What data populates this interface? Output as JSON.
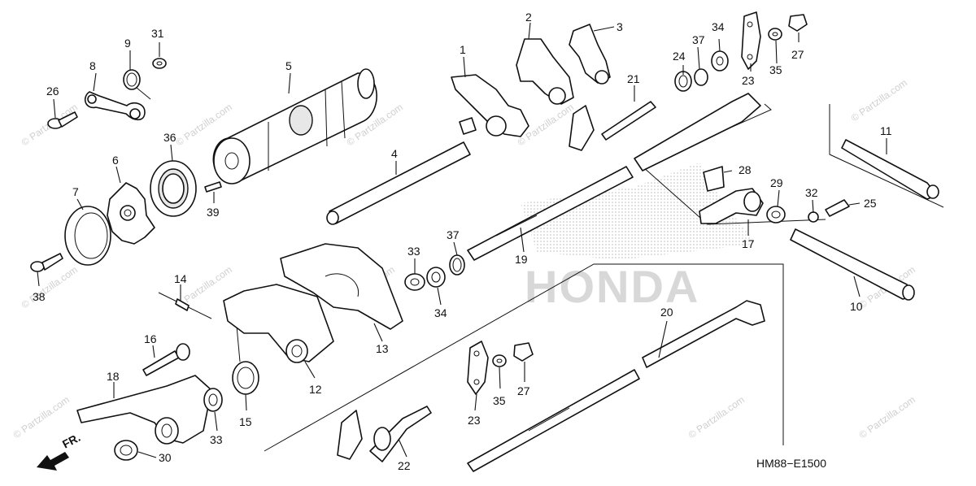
{
  "diagram": {
    "code": "HM88−E1500",
    "front_label": "FR.",
    "logo_text": "HONDA",
    "watermark": "© Partzilla.com",
    "callouts": [
      {
        "id": "c1",
        "label": "1"
      },
      {
        "id": "c2",
        "label": "2"
      },
      {
        "id": "c3",
        "label": "3"
      },
      {
        "id": "c4",
        "label": "4"
      },
      {
        "id": "c5",
        "label": "5"
      },
      {
        "id": "c6",
        "label": "6"
      },
      {
        "id": "c7",
        "label": "7"
      },
      {
        "id": "c8",
        "label": "8"
      },
      {
        "id": "c9",
        "label": "9"
      },
      {
        "id": "c10",
        "label": "10"
      },
      {
        "id": "c11",
        "label": "11"
      },
      {
        "id": "c12",
        "label": "12"
      },
      {
        "id": "c13",
        "label": "13"
      },
      {
        "id": "c14",
        "label": "14"
      },
      {
        "id": "c15",
        "label": "15"
      },
      {
        "id": "c16",
        "label": "16"
      },
      {
        "id": "c17",
        "label": "17"
      },
      {
        "id": "c18",
        "label": "18"
      },
      {
        "id": "c19",
        "label": "19"
      },
      {
        "id": "c20",
        "label": "20"
      },
      {
        "id": "c21",
        "label": "21"
      },
      {
        "id": "c22",
        "label": "22"
      },
      {
        "id": "c23a",
        "label": "23"
      },
      {
        "id": "c23b",
        "label": "23"
      },
      {
        "id": "c24",
        "label": "24"
      },
      {
        "id": "c25",
        "label": "25"
      },
      {
        "id": "c26",
        "label": "26"
      },
      {
        "id": "c27a",
        "label": "27"
      },
      {
        "id": "c27b",
        "label": "27"
      },
      {
        "id": "c28",
        "label": "28"
      },
      {
        "id": "c29",
        "label": "29"
      },
      {
        "id": "c30",
        "label": "30"
      },
      {
        "id": "c31",
        "label": "31"
      },
      {
        "id": "c32",
        "label": "32"
      },
      {
        "id": "c33a",
        "label": "33"
      },
      {
        "id": "c33b",
        "label": "33"
      },
      {
        "id": "c34a",
        "label": "34"
      },
      {
        "id": "c34b",
        "label": "34"
      },
      {
        "id": "c35a",
        "label": "35"
      },
      {
        "id": "c35b",
        "label": "35"
      },
      {
        "id": "c36",
        "label": "36"
      },
      {
        "id": "c37a",
        "label": "37"
      },
      {
        "id": "c37b",
        "label": "37"
      },
      {
        "id": "c38",
        "label": "38"
      },
      {
        "id": "c39",
        "label": "39"
      }
    ]
  }
}
